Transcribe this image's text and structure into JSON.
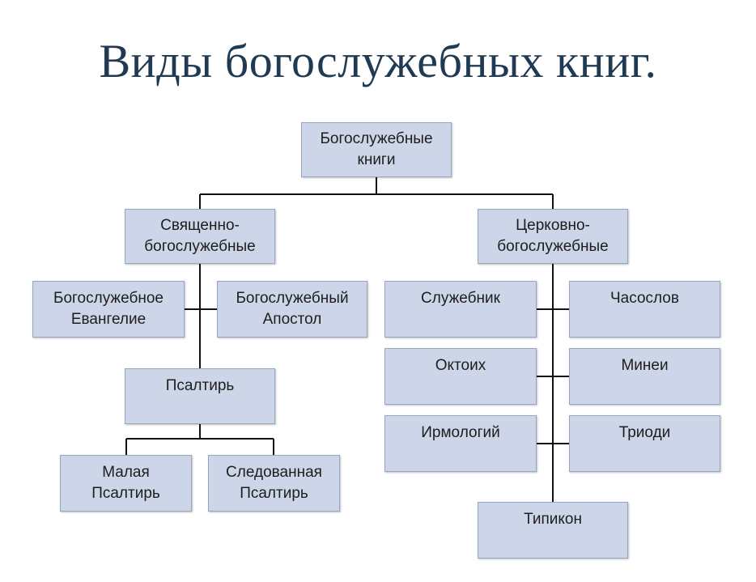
{
  "title": "Виды богослужебных книг.",
  "colors": {
    "box_fill": "#cdd6e8",
    "box_border": "#97a6c0",
    "line": "#111111",
    "title": "#1f3a52"
  },
  "nodes": {
    "root": [
      "Богослужебные",
      "книги"
    ],
    "sacred": [
      "Священно-",
      "богослужебные"
    ],
    "church": [
      "Церковно-",
      "богослужебные"
    ],
    "gospel": [
      "Богослужебное",
      "Евангелие"
    ],
    "apostle": [
      "Богослужебный",
      "Апостол"
    ],
    "psalter": [
      "Псалтирь"
    ],
    "small_psalter": [
      "Малая",
      "Псалтирь"
    ],
    "following_psalter": [
      "Следованная",
      "Псалтирь"
    ],
    "sluzhebnik": [
      "Служебник"
    ],
    "chasoslov": [
      "Часослов"
    ],
    "oktoih": [
      "Октоих"
    ],
    "minei": [
      "Минеи"
    ],
    "irmologiy": [
      "Ирмологий"
    ],
    "triodi": [
      "Триоди"
    ],
    "tipikon": [
      "Типикон"
    ]
  }
}
